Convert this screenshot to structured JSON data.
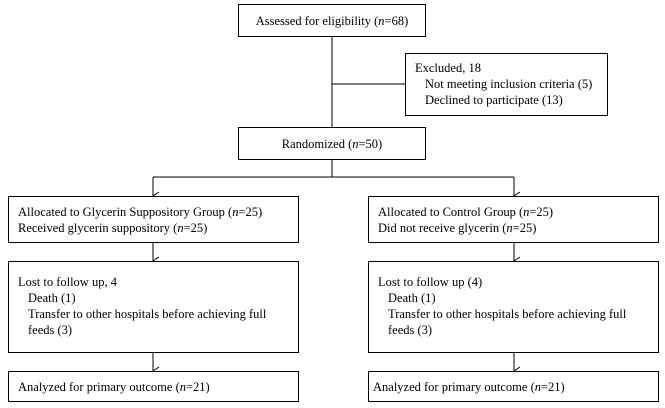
{
  "diagram": {
    "assessed": {
      "prefix": "Assessed for eligibility (",
      "n": "n",
      "suffix": "=68)"
    },
    "excluded": {
      "title": "Excluded, 18",
      "items": [
        "Not meeting inclusion criteria (5)",
        "Declined to participate (13)"
      ]
    },
    "randomized": {
      "prefix": "Randomized (",
      "n": "n",
      "suffix": "=50)"
    },
    "left": {
      "allocation": {
        "line1": {
          "prefix": "Allocated to Glycerin Suppository Group (",
          "n": "n",
          "suffix": "=25)"
        },
        "line2": {
          "prefix": "Received glycerin suppository (",
          "n": "n",
          "suffix": "=25)"
        }
      },
      "followup": {
        "title": "Lost to follow up, 4",
        "items": [
          "Death (1)",
          "Transfer to other hospitals before achieving full feeds (3)"
        ]
      },
      "analysis": {
        "prefix": "Analyzed for primary outcome (",
        "n": "n",
        "suffix": "=21)"
      }
    },
    "right": {
      "allocation": {
        "line1": {
          "prefix": "Allocated to Control Group (",
          "n": "n",
          "suffix": "=25)"
        },
        "line2": {
          "prefix": "Did not receive glycerin  (",
          "n": "n",
          "suffix": "=25)"
        }
      },
      "followup": {
        "title": "Lost to follow up (4)",
        "items": [
          "Death (1)",
          "Transfer to other hospitals before achieving full feeds (3)"
        ]
      },
      "analysis": {
        "prefix": "Analyzed for primary outcome (",
        "n": "n",
        "suffix": "=21)"
      }
    }
  }
}
